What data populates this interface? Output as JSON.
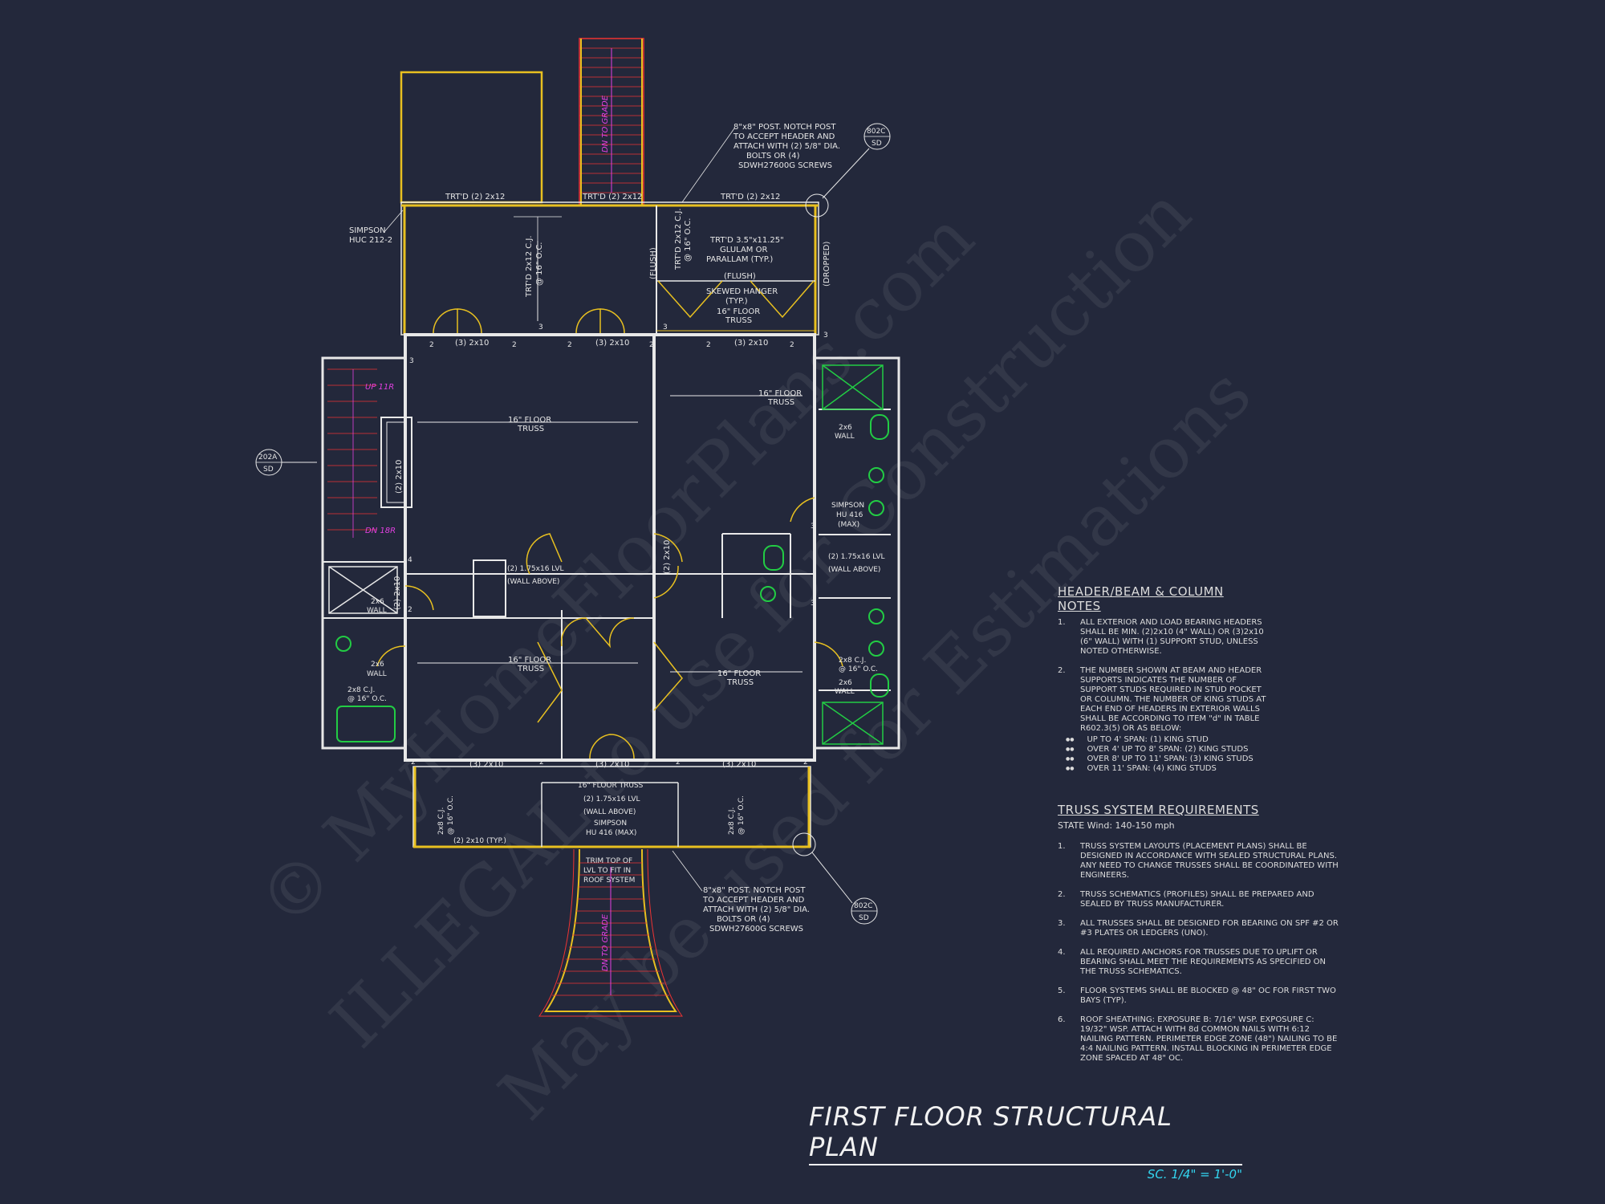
{
  "watermarks": [
    "© MyHomeFloorPlans.com",
    "ILLEGAL to use for Construction",
    "May be used for Estimations"
  ],
  "title": {
    "name": "FIRST FLOOR STRUCTURAL PLAN",
    "scale": "SC. 1/4\" = 1'-0\""
  },
  "header_notes": {
    "heading": "HEADER/BEAM & COLUMN NOTES",
    "items": [
      {
        "num": "1.",
        "text": "ALL EXTERIOR AND LOAD BEARING HEADERS SHALL BE MIN. (2)2x10 (4\" WALL) OR (3)2x10 (6\" WALL) WITH (1) SUPPORT STUD, UNLESS NOTED OTHERWISE."
      },
      {
        "num": "2.",
        "text": "THE NUMBER SHOWN AT BEAM AND HEADER SUPPORTS INDICATES THE NUMBER OF SUPPORT STUDS REQUIRED IN STUD POCKET OR COLUMN. THE NUMBER OF KING STUDS AT EACH END OF HEADERS IN EXTERIOR WALLS SHALL BE ACCORDING TO ITEM \"d\" IN TABLE R602.3(5) OR AS BELOW:"
      }
    ],
    "spans": [
      "UP TO 4' SPAN: (1) KING STUD",
      "OVER 4' UP TO 8' SPAN: (2) KING STUDS",
      "OVER 8' UP TO 11' SPAN: (3) KING STUDS",
      "OVER 11' SPAN: (4) KING STUDS"
    ]
  },
  "truss_notes": {
    "heading": "TRUSS SYSTEM REQUIREMENTS",
    "subheading": "STATE Wind: 140-150 mph",
    "items": [
      {
        "num": "1.",
        "text": "TRUSS SYSTEM LAYOUTS (PLACEMENT PLANS) SHALL BE DESIGNED IN ACCORDANCE WITH SEALED STRUCTURAL PLANS. ANY NEED TO CHANGE TRUSSES SHALL BE COORDINATED WITH ENGINEERS."
      },
      {
        "num": "2.",
        "text": "TRUSS SCHEMATICS (PROFILES) SHALL BE PREPARED AND SEALED BY TRUSS MANUFACTURER."
      },
      {
        "num": "3.",
        "text": "ALL TRUSSES SHALL BE DESIGNED FOR BEARING ON SPF #2 OR #3 PLATES OR LEDGERS (UNO)."
      },
      {
        "num": "4.",
        "text": "ALL REQUIRED ANCHORS FOR TRUSSES DUE TO UPLIFT OR BEARING SHALL MEET THE REQUIREMENTS AS SPECIFIED ON THE TRUSS SCHEMATICS."
      },
      {
        "num": "5.",
        "text": "FLOOR SYSTEMS SHALL BE BLOCKED @ 48\" OC FOR FIRST TWO BAYS (TYP)."
      },
      {
        "num": "6.",
        "text": "ROOF SHEATHING: EXPOSURE B: 7/16\" WSP. EXPOSURE C: 19/32\" WSP. ATTACH WITH 8d COMMON NAILS WITH 6:12 NAILING PATTERN. PERIMETER EDGE ZONE (48\") NAILING TO BE 4:4 NAILING PATTERN. INSTALL BLOCKING IN PERIMETER EDGE ZONE SPACED AT 48\" OC."
      }
    ]
  },
  "labels": {
    "dn_to_grade": "DN TO GRADE",
    "post_note": [
      "8\"x8\" POST. NOTCH POST",
      "TO ACCEPT HEADER AND",
      "ATTACH WITH (2) 5/8\" DIA.",
      "BOLTS OR (4)",
      "SDWH27600G SCREWS"
    ],
    "trtd_2x12": "TRT'D (2) 2x12",
    "simpson_huc": [
      "SIMPSON",
      "HUC 212-2"
    ],
    "trtd_2x12_cj": [
      "TRT'D 2x12 C.J.",
      "@ 16\" O.C."
    ],
    "glulam": [
      "TRT'D 3.5\"x11.25\"",
      "GLULAM OR",
      "PARALLAM (TYP.)"
    ],
    "flush": "(FLUSH)",
    "dropped": "(DROPPED)",
    "skewed": [
      "SKEWED HANGER",
      "(TYP.)"
    ],
    "floor_truss": [
      "16\" FLOOR",
      "TRUSS"
    ],
    "floor_truss_one": "16\" FLOOR TRUSS",
    "three_2x10": "(3) 2x10",
    "two_2x10": "(2) 2x10",
    "two_2x10_typ": "(2) 2x10 (TYP.)",
    "up": "UP 11R",
    "dn": "DN 18R",
    "section_a": [
      "202A",
      "SD"
    ],
    "section_c": [
      "802C",
      "SD"
    ],
    "wall_2x6": [
      "2x6",
      "WALL"
    ],
    "simpson_hu": [
      "SIMPSON",
      "HU 416",
      "(MAX)"
    ],
    "simpson_hu_inline": [
      "SIMPSON",
      "HU 416 (MAX)"
    ],
    "lvl": "(2) 1.75x16 LVL",
    "wall_above": "(WALL ABOVE)",
    "cj_2x8": [
      "2x8 C.J.",
      "@ 16\" O.C."
    ],
    "trim_top": [
      "TRIM TOP OF",
      "LVL TO FIT IN",
      "ROOF SYSTEM"
    ],
    "stud_nums": [
      "2",
      "3",
      "4"
    ]
  }
}
